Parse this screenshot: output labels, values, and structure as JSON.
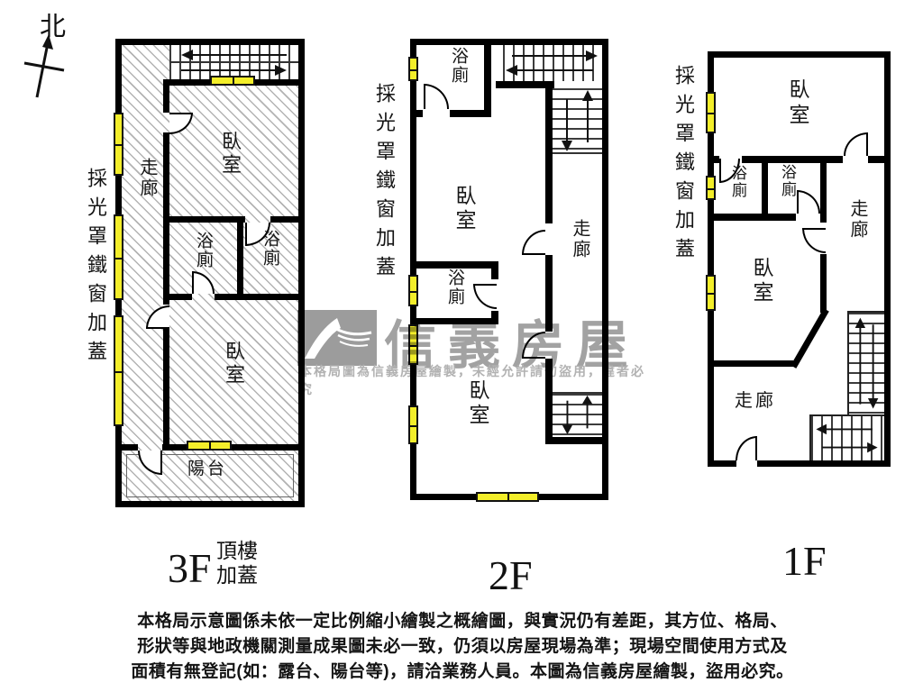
{
  "north": {
    "label": "北"
  },
  "plans": {
    "f3": {
      "floor_label": "3F",
      "floor_sublabel": [
        "頂樓",
        "加蓋"
      ],
      "side_label": "採光罩鐵窗加蓋",
      "rooms": {
        "bedroom_top": "臥室",
        "corridor": "走廊",
        "bath_left": "浴廁",
        "bath_right": "浴廁",
        "bedroom_bottom": "臥室",
        "balcony": "陽台"
      }
    },
    "f2": {
      "floor_label": "2F",
      "side_label": "採光罩鐵窗加蓋",
      "rooms": {
        "bath_top": "浴廁",
        "bedroom_top": "臥室",
        "corridor": "走廊",
        "bath_mid": "浴廁",
        "bedroom_bottom": "臥室"
      }
    },
    "f1": {
      "floor_label": "1F",
      "side_label": "採光罩鐵窗加蓋",
      "rooms": {
        "bedroom_top": "臥室",
        "bath_left": "浴廁",
        "bath_right": "浴廁",
        "corridor_right": "走廊",
        "bedroom_mid": "臥室",
        "corridor_bottom": "走廊"
      }
    }
  },
  "watermark": {
    "brand": "信義房屋",
    "notice": "本格局圖為信義房屋繪製，未經允許請勿盜用，違者必究"
  },
  "disclaimer": {
    "line1": "本格局示意圖係未依一定比例縮小繪製之概繪圖，與實況仍有差距，其方位、格局、",
    "line2": "形狀等與地政機關測量成果圖未必一致，仍須以房屋現場為準；現場空間使用方式及",
    "line3": "面積有無登記(如：露台、陽台等)，請洽業務人員。本圖為信義房屋繪製，盜用必究。"
  },
  "colors": {
    "wall": "#000000",
    "window": "#f3ee2a",
    "hatch_line": "#b3b3b3",
    "watermark_gray": "#a2a2a2"
  }
}
